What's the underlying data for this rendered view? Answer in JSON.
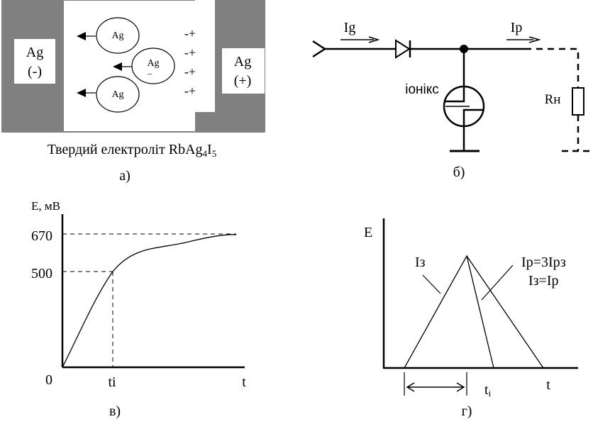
{
  "panel_a": {
    "electrode_left": {
      "line1": "Ag",
      "line2": "(-)"
    },
    "electrode_right": {
      "line1": "Ag",
      "line2": "(+)"
    },
    "ions": [
      {
        "label": "Ag",
        "sub": ""
      },
      {
        "label": "Ag",
        "sub": "–"
      },
      {
        "label": "Ag",
        "sub": ""
      }
    ],
    "charges": [
      "-+",
      "-+",
      "-+",
      "-+"
    ],
    "caption_main": "Твердий електроліт RbAg",
    "caption_sub1": "4",
    "caption_mid": "I",
    "caption_sub2": "5",
    "letter": "а)"
  },
  "panel_b": {
    "current_in": "Ig",
    "current_out": "Ip",
    "device": "іонікс",
    "load": "Rн",
    "letter": "б)"
  },
  "panel_c": {
    "ylabel": "E, мВ",
    "y_ticks": [
      "670",
      "500"
    ],
    "origin": "0",
    "x_ticks": [
      "ti"
    ],
    "xlabel": "t",
    "letter": "в)"
  },
  "panel_d": {
    "ylabel": "E",
    "label_charge": "Iз",
    "label_eq1": "Iр=3Iрз",
    "label_eq2": "Iз=Iр",
    "x_tick_main": "t",
    "x_tick_sub": "i",
    "xlabel": "t",
    "letter": "г)"
  }
}
